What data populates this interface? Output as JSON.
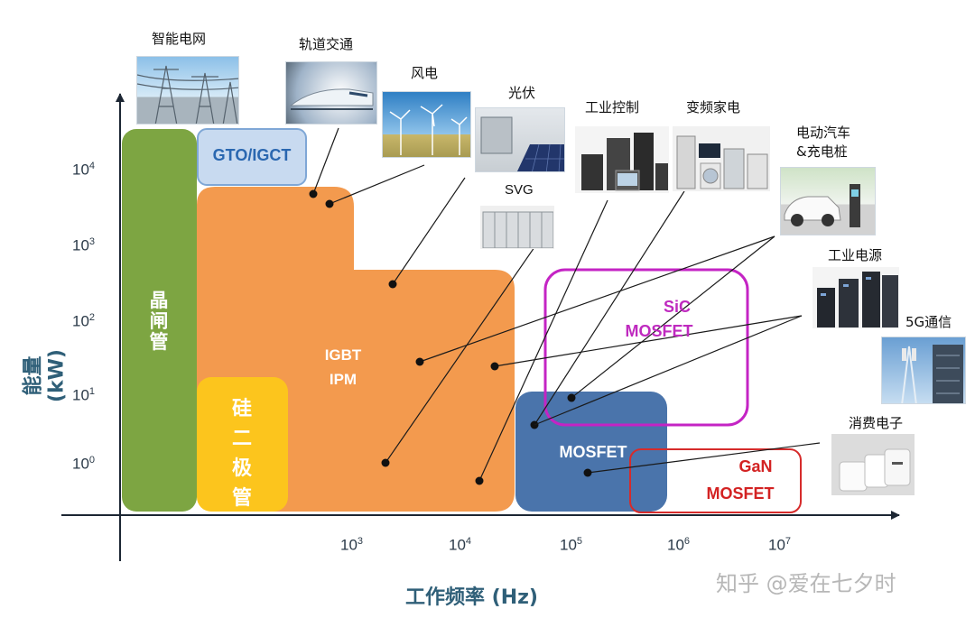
{
  "axes": {
    "x_label": "工作频率 (Hz)",
    "y_label": "能量 (kW)",
    "x_ticks": [
      {
        "base": "10",
        "exp": "3"
      },
      {
        "base": "10",
        "exp": "4"
      },
      {
        "base": "10",
        "exp": "5"
      },
      {
        "base": "10",
        "exp": "6"
      },
      {
        "base": "10",
        "exp": "7"
      }
    ],
    "y_ticks": [
      {
        "base": "10",
        "exp": "4"
      },
      {
        "base": "10",
        "exp": "3"
      },
      {
        "base": "10",
        "exp": "2"
      },
      {
        "base": "10",
        "exp": "1"
      },
      {
        "base": "10",
        "exp": "0"
      }
    ]
  },
  "regions": {
    "thyristor": "晶闸管",
    "gto": "GTO/IGCT",
    "diode": "硅二极管",
    "igbt_line1": "IGBT",
    "igbt_line2": "IPM",
    "sic_line1": "SiC",
    "sic_line2": "MOSFET",
    "mosfet": "MOSFET",
    "gan_line1": "GaN",
    "gan_line2": "MOSFET"
  },
  "applications": {
    "smart_grid": "智能电网",
    "rail": "轨道交通",
    "wind": "风电",
    "pv": "光伏",
    "industrial_control": "工业控制",
    "inverter_appliance": "变频家电",
    "ev_line1": "电动汽车",
    "ev_line2": "&充电桩",
    "svg": "SVG",
    "industrial_power": "工业电源",
    "fiveg": "5G通信",
    "consumer": "消费电子"
  },
  "watermark": "知乎 @爱在七夕时",
  "colors": {
    "thyristor": "#7da542",
    "gto_fill": "#c8daf0",
    "gto_border": "#7fa7d6",
    "gto_text": "#2a67b0",
    "diode": "#fcc51d",
    "igbt": "#f39a4e",
    "sic_border": "#c424c4",
    "sic_text": "#bf2abf",
    "mosfet": "#4a74ab",
    "gan_border": "#d62b2b",
    "gan_text": "#d32222",
    "axis": "#1c2633",
    "axis_label": "#2f5f78"
  }
}
